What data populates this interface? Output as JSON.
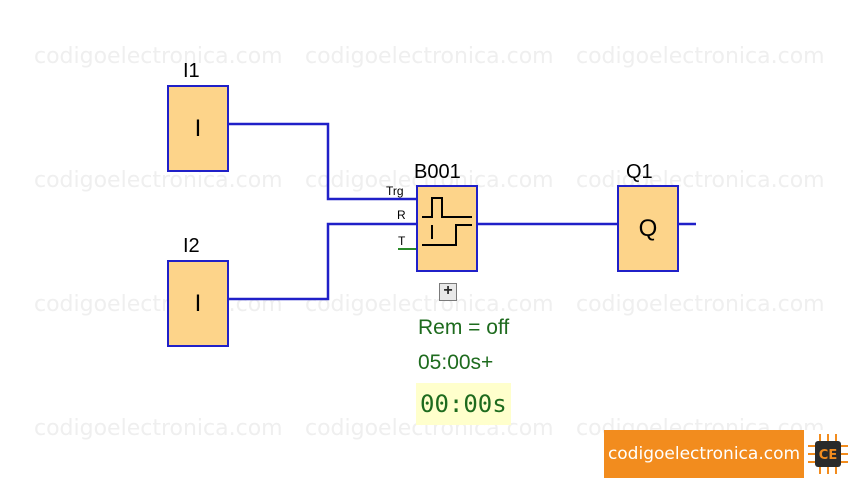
{
  "watermark_text": "codigoelectronica.com",
  "inputs": [
    {
      "name": "I1",
      "glyph": "I"
    },
    {
      "name": "I2",
      "glyph": "I"
    }
  ],
  "function_block": {
    "name": "B001",
    "pins": [
      "Trg",
      "R",
      "T"
    ],
    "remanence": "Rem = off",
    "time_setting": "05:00s+",
    "current_time": "00:00s",
    "expand_symbol": "+"
  },
  "output": {
    "name": "Q1",
    "glyph": "Q"
  },
  "brand": {
    "text": "codigoelectronica.com",
    "logo_text": "CE"
  },
  "colors": {
    "wire": "#2020c8",
    "block_fill": "#fdd48a",
    "info_text": "#1e6b1e",
    "timer_bg": "#ffffcc",
    "brand_orange": "#f28c1e"
  }
}
